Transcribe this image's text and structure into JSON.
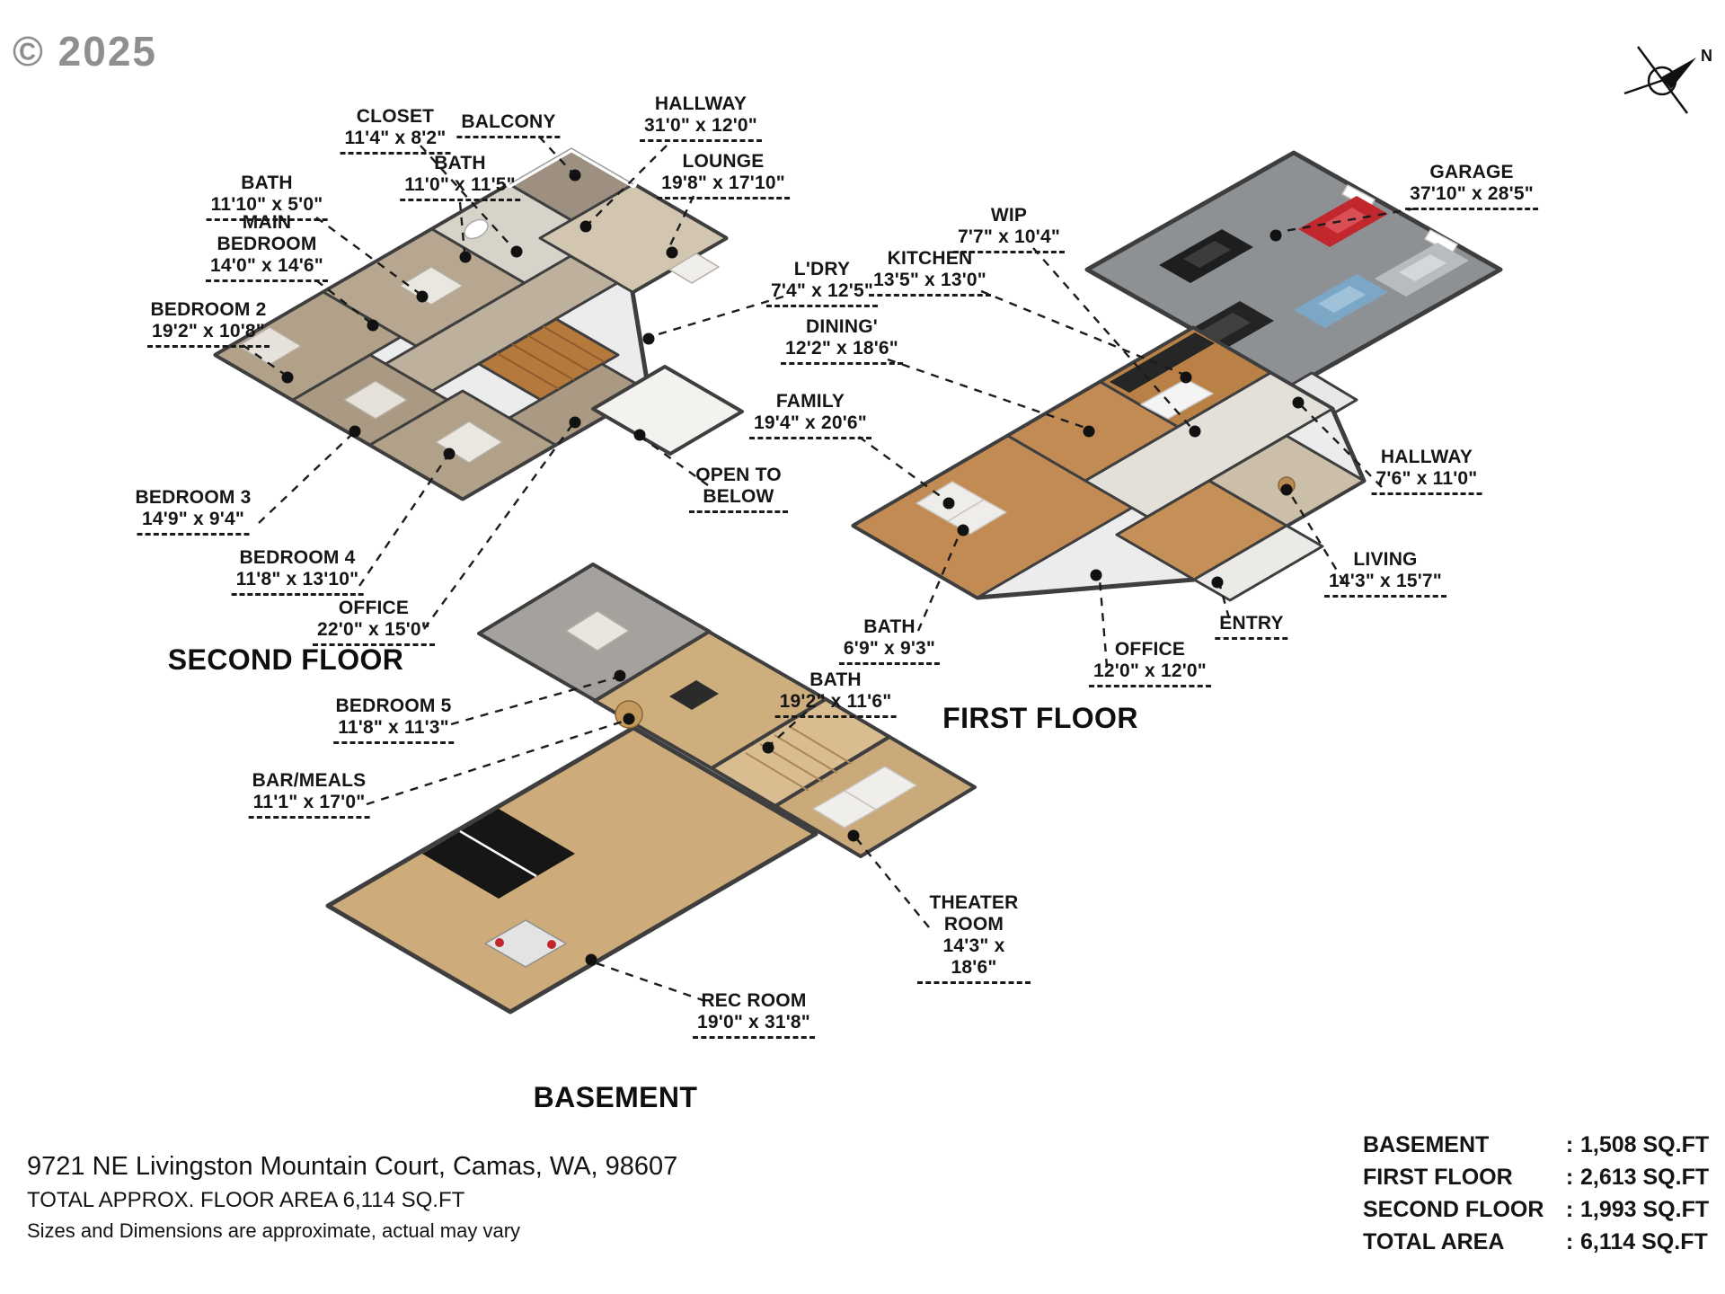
{
  "watermark": "© 2025",
  "compass": {
    "north_label": "N"
  },
  "floors": [
    {
      "title": "SECOND FLOOR",
      "rooms": [
        {
          "name": "CLOSET",
          "dims": "11'4\" x 8'2\""
        },
        {
          "name": "BALCONY",
          "dims": ""
        },
        {
          "name": "HALLWAY",
          "dims": "31'0\" x 12'0\""
        },
        {
          "name": "LOUNGE",
          "dims": "19'8\" x 17'10\""
        },
        {
          "name": "BATH",
          "dims": "11'0\" x 11'5\""
        },
        {
          "name": "BATH",
          "dims": "11'10\" x 5'0\""
        },
        {
          "name": "MAIN BEDROOM",
          "dims": "14'0\" x 14'6\""
        },
        {
          "name": "BEDROOM 2",
          "dims": "19'2\" x 10'8\""
        },
        {
          "name": "BEDROOM 3",
          "dims": "14'9\" x 9'4\""
        },
        {
          "name": "BEDROOM 4",
          "dims": "11'8\" x 13'10\""
        },
        {
          "name": "OFFICE",
          "dims": "22'0\" x 15'0\""
        },
        {
          "name": "OPEN TO BELOW",
          "dims": ""
        },
        {
          "name": "L'DRY",
          "dims": "7'4\" x 12'5\""
        },
        {
          "name": "DINING'",
          "dims": "12'2\" x 18'6\""
        },
        {
          "name": "FAMILY",
          "dims": "19'4\" x 20'6\""
        }
      ]
    },
    {
      "title": "FIRST FLOOR",
      "rooms": [
        {
          "name": "WIP",
          "dims": "7'7\" x 10'4\""
        },
        {
          "name": "KITCHEN",
          "dims": "13'5\" x 13'0\""
        },
        {
          "name": "GARAGE",
          "dims": "37'10\" x 28'5\""
        },
        {
          "name": "HALLWAY",
          "dims": "7'6\" x 11'0\""
        },
        {
          "name": "LIVING",
          "dims": "14'3\" x 15'7\""
        },
        {
          "name": "ENTRY",
          "dims": ""
        },
        {
          "name": "OFFICE",
          "dims": "12'0\" x 12'0\""
        },
        {
          "name": "BATH",
          "dims": "6'9\" x 9'3\""
        }
      ]
    },
    {
      "title": "BASEMENT",
      "rooms": [
        {
          "name": "BATH",
          "dims": "19'2\" x 11'6\""
        },
        {
          "name": "BEDROOM 5",
          "dims": "11'8\" x 11'3\""
        },
        {
          "name": "BAR/MEALS",
          "dims": "11'1\" x 17'0\""
        },
        {
          "name": "THEATER ROOM",
          "dims": "14'3\" x 18'6\""
        },
        {
          "name": "REC ROOM",
          "dims": "19'0\" x 31'8\""
        }
      ]
    }
  ],
  "footer": {
    "address": "9721 NE Livingston Mountain Court, Camas, WA, 98607",
    "total_line": "TOTAL APPROX. FLOOR AREA 6,114 SQ.FT",
    "disclaimer": "Sizes and Dimensions are approximate, actual may vary"
  },
  "area_table": {
    "separator": ":",
    "rows": [
      {
        "label": "BASEMENT",
        "value": "1,508 SQ.FT"
      },
      {
        "label": "FIRST FLOOR",
        "value": "2,613 SQ.FT"
      },
      {
        "label": "SECOND FLOOR",
        "value": "1,993 SQ.FT"
      },
      {
        "label": "TOTAL AREA",
        "value": "6,114 SQ.FT"
      }
    ]
  },
  "colors": {
    "wall": "#3e3e3e",
    "carpet_tan": "#b2a189",
    "wood_oak": "#c28b54",
    "wood_pine": "#cfae7e",
    "garage_gray": "#8e9194",
    "car_red": "#c1272d",
    "car_blue": "#7ba6c5",
    "car_silver": "#b8bcbf"
  }
}
